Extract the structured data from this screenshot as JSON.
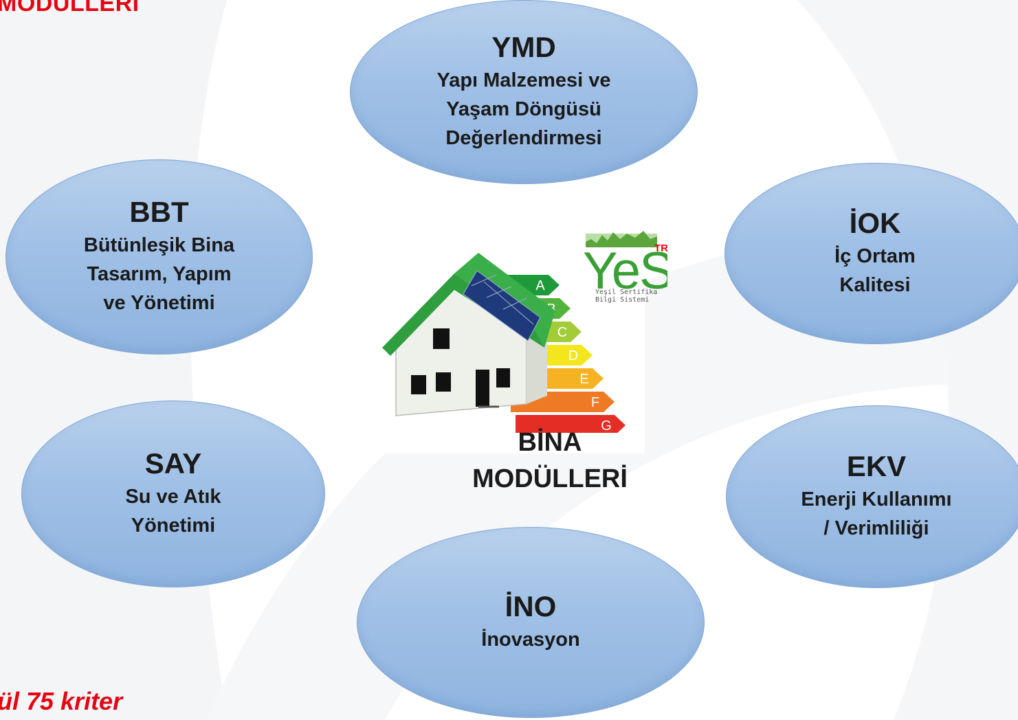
{
  "title": "MODÜLLERİ",
  "footer": "ül 75 kriter",
  "center": {
    "label": "BİNA\nMODÜLLERİ",
    "logo": {
      "text": "YeS",
      "superscript": "TR",
      "line1": "Yeşil Sertifika",
      "line2": "Bilgi Sistemi"
    },
    "energy_classes": [
      "A",
      "B",
      "C",
      "D",
      "E",
      "F",
      "G"
    ]
  },
  "modules": {
    "ymd": {
      "code": "YMD",
      "name": "Yapı Malzemesi ve\nYaşam Döngüsü\nDeğerlendirmesi"
    },
    "bbt": {
      "code": "BBT",
      "name": "Bütünleşik Bina\nTasarım, Yapım\nve Yönetimi"
    },
    "iok": {
      "code": "İOK",
      "name": "İç Ortam\nKalitesi"
    },
    "say": {
      "code": "SAY",
      "name": "Su ve Atık\nYönetimi"
    },
    "ekv": {
      "code": "EKV",
      "name": "Enerji Kullanımı\n/ Verimliliği"
    },
    "ino": {
      "code": "İNO",
      "name": "İnovasyon"
    }
  },
  "colors": {
    "title": "#e30613",
    "ellipse_fill": "#a0c0e6",
    "ellipse_border": "#7fa6d6",
    "roof": "#2e9e3e",
    "energy": [
      "#1e9a3a",
      "#52b43c",
      "#a4cc38",
      "#f3e61c",
      "#f5b323",
      "#ee7a25",
      "#e42d24"
    ]
  }
}
